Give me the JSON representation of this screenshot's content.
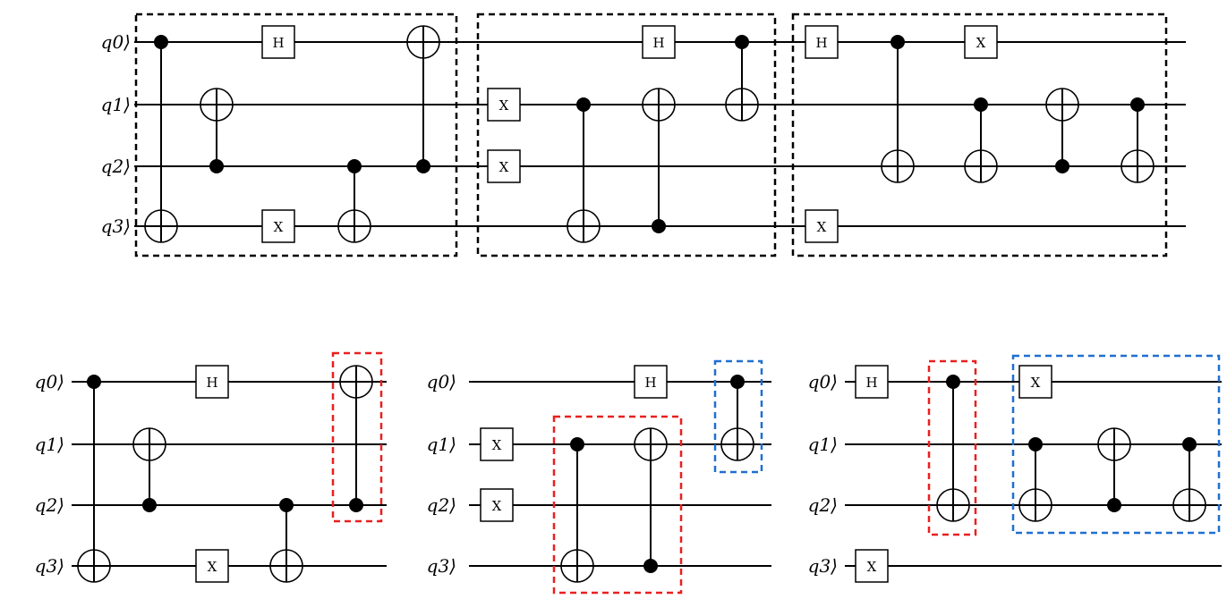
{
  "qubit_labels": [
    "q0⟩",
    "q1⟩",
    "q2⟩",
    "q3⟩"
  ],
  "colors": {
    "wire": "#000000",
    "black_dash": "#000000",
    "red_dash": "#e8201f",
    "blue_dash": "#1f6fd0"
  },
  "circuits": [
    {
      "id": "top-combined",
      "blocks": [
        {
          "border": "black",
          "gates": [
            {
              "type": "cnot",
              "control": 0,
              "target": 3
            },
            {
              "type": "cnot",
              "control": 2,
              "target": 1
            },
            {
              "type": "single",
              "label": "H",
              "qubit": 0
            },
            {
              "type": "single",
              "label": "X",
              "qubit": 3
            },
            {
              "type": "cnot",
              "control": 2,
              "target": 3
            },
            {
              "type": "cnot",
              "control": 2,
              "target": 0
            }
          ]
        },
        {
          "border": "black",
          "gates": [
            {
              "type": "single",
              "label": "X",
              "qubit": 1
            },
            {
              "type": "single",
              "label": "X",
              "qubit": 2
            },
            {
              "type": "cnot",
              "control": 1,
              "target": 3
            },
            {
              "type": "single",
              "label": "H",
              "qubit": 0
            },
            {
              "type": "cnot",
              "control": 3,
              "target": 1
            },
            {
              "type": "cnot",
              "control": 0,
              "target": 1
            }
          ]
        },
        {
          "border": "black",
          "gates": [
            {
              "type": "single",
              "label": "H",
              "qubit": 0
            },
            {
              "type": "single",
              "label": "X",
              "qubit": 3
            },
            {
              "type": "cnot",
              "control": 0,
              "target": 2
            },
            {
              "type": "single",
              "label": "X",
              "qubit": 0
            },
            {
              "type": "cnot",
              "control": 1,
              "target": 2
            },
            {
              "type": "cnot",
              "control": 2,
              "target": 1
            },
            {
              "type": "cnot",
              "control": 1,
              "target": 2
            }
          ]
        }
      ]
    },
    {
      "id": "bottom-1",
      "highlights": [
        {
          "color": "red",
          "qubits": [
            0,
            2
          ]
        }
      ],
      "gates": [
        {
          "type": "cnot",
          "control": 0,
          "target": 3
        },
        {
          "type": "cnot",
          "control": 2,
          "target": 1
        },
        {
          "type": "single",
          "label": "H",
          "qubit": 0
        },
        {
          "type": "single",
          "label": "X",
          "qubit": 3
        },
        {
          "type": "cnot",
          "control": 2,
          "target": 3
        },
        {
          "type": "cnot",
          "control": 2,
          "target": 0,
          "highlight": "red"
        }
      ]
    },
    {
      "id": "bottom-2",
      "highlights": [
        {
          "color": "red",
          "qubits": [
            1,
            3
          ]
        },
        {
          "color": "blue",
          "qubits": [
            0,
            1
          ]
        }
      ],
      "gates": [
        {
          "type": "single",
          "label": "X",
          "qubit": 1
        },
        {
          "type": "single",
          "label": "X",
          "qubit": 2
        },
        {
          "type": "cnot",
          "control": 1,
          "target": 3,
          "highlight": "red"
        },
        {
          "type": "single",
          "label": "H",
          "qubit": 0
        },
        {
          "type": "cnot",
          "control": 3,
          "target": 1,
          "highlight": "red"
        },
        {
          "type": "cnot",
          "control": 0,
          "target": 1,
          "highlight": "blue"
        }
      ]
    },
    {
      "id": "bottom-3",
      "highlights": [
        {
          "color": "red",
          "qubits": [
            0,
            2
          ]
        },
        {
          "color": "blue",
          "qubits": [
            0,
            2
          ]
        }
      ],
      "gates": [
        {
          "type": "single",
          "label": "H",
          "qubit": 0
        },
        {
          "type": "single",
          "label": "X",
          "qubit": 3
        },
        {
          "type": "cnot",
          "control": 0,
          "target": 2,
          "highlight": "red"
        },
        {
          "type": "single",
          "label": "X",
          "qubit": 0,
          "highlight": "blue"
        },
        {
          "type": "cnot",
          "control": 1,
          "target": 2,
          "highlight": "blue"
        },
        {
          "type": "cnot",
          "control": 2,
          "target": 1,
          "highlight": "blue"
        },
        {
          "type": "cnot",
          "control": 1,
          "target": 2,
          "highlight": "blue"
        }
      ]
    }
  ]
}
